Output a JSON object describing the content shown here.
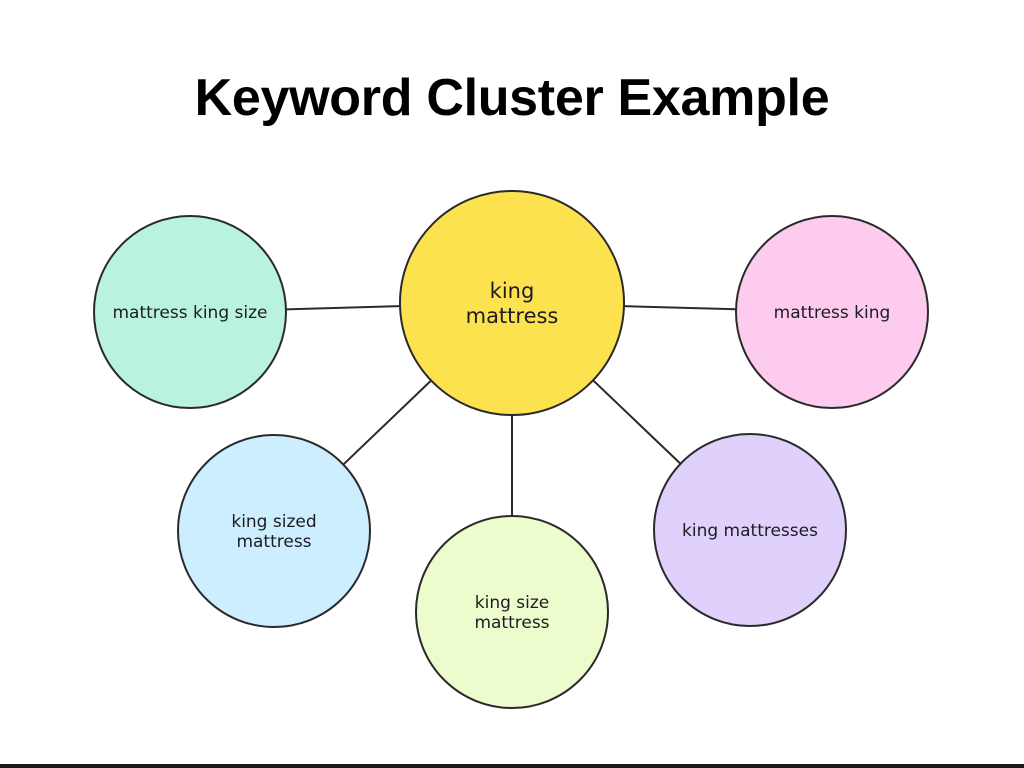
{
  "title": "Keyword Cluster Example",
  "diagram": {
    "type": "keyword-cluster",
    "center": {
      "id": "center",
      "lines": [
        "king",
        "mattress"
      ],
      "color": "#fde24f"
    },
    "satellites": [
      {
        "id": "mattress-king-size",
        "lines": [
          "mattress king size"
        ],
        "color": "#b9f3e0"
      },
      {
        "id": "mattress-king",
        "lines": [
          "mattress king"
        ],
        "color": "#fccbee"
      },
      {
        "id": "king-sized-mattress",
        "lines": [
          "king sized",
          "mattress"
        ],
        "color": "#cdeefe"
      },
      {
        "id": "king-size-mattress",
        "lines": [
          "king size",
          "mattress"
        ],
        "color": "#ecfccc"
      },
      {
        "id": "king-mattresses",
        "lines": [
          "king mattresses"
        ],
        "color": "#e0d0fc"
      }
    ],
    "edges": [
      [
        "center",
        "mattress-king-size"
      ],
      [
        "center",
        "mattress-king"
      ],
      [
        "center",
        "king-sized-mattress"
      ],
      [
        "center",
        "king-size-mattress"
      ],
      [
        "center",
        "king-mattresses"
      ]
    ],
    "stroke_color": "#2a2a2a"
  }
}
